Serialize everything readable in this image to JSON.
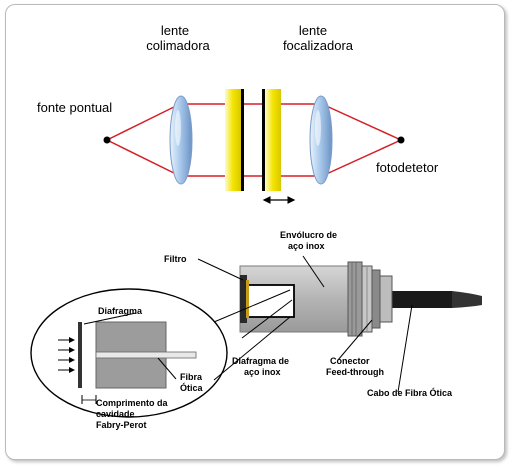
{
  "top": {
    "label_collimating_line1": "lente",
    "label_collimating_line2": "colimadora",
    "label_focusing_line1": "lente",
    "label_focusing_line2": "focalizadora",
    "label_source": "fonte pontual",
    "label_detector": "fotodetetor"
  },
  "bottom": {
    "label_filter": "Filtro",
    "label_housing_line1": "Envólucro de",
    "label_housing_line2": "aço inox",
    "label_diaphragm": "Diafragma",
    "label_steel_diaphragm_line1": "Diafragma de",
    "label_steel_diaphragm_line2": "aço inox",
    "label_connector_line1": "Conector",
    "label_connector_line2": "Feed-through",
    "label_fiber_line1": "Fibra",
    "label_fiber_line2": "Ótica",
    "label_length_line1": "Comprimento da",
    "label_length_line2": "cavidade",
    "label_length_line3": "Fabry-Perot",
    "label_cable": "Cabo de Fibra  Ótica"
  },
  "colors": {
    "beam": "#d42027",
    "lens_fill": "#b7d3f0",
    "plate_yellow": "#f2e200",
    "housing_gray": "#b8b8b8"
  }
}
